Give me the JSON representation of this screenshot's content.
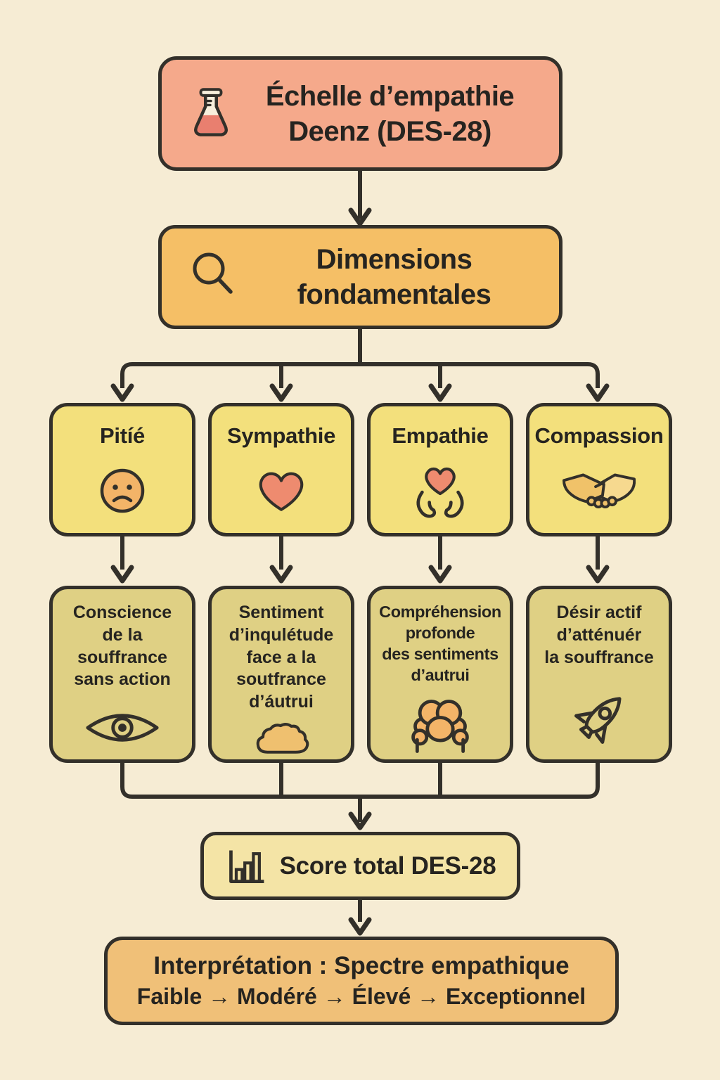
{
  "colors": {
    "background": "#F6ECD4",
    "line": "#33302A",
    "text": "#262420",
    "root_fill": "#F5A98B",
    "dimensions_fill": "#F5BF66",
    "category_fill": "#F3E07C",
    "description_fill": "#DFD084",
    "score_fill": "#F4E4A6",
    "interpretation_fill": "#F0C078",
    "heart_fill": "#EE8B6F",
    "face_fill": "#F3B468",
    "flask_liquid": "#E97F6F",
    "flask_body": "#F8EFDC",
    "hand_fill": "#F0C269",
    "hand_fill_light": "#F6D98F",
    "cloud_fill": "#EFC06F"
  },
  "diagram": {
    "root": {
      "icon": "flask-icon",
      "lines": [
        "Échelle d’empathie",
        "Deenz (DES-28)"
      ]
    },
    "dimensions": {
      "icon": "magnifier-icon",
      "lines": [
        "Dimensions",
        "fondamentales"
      ]
    },
    "branches": [
      {
        "label": "Pitíé",
        "icon": "sad-face-icon",
        "description_icon": "eye-icon",
        "description_lines": [
          "Conscience",
          "de la",
          "souffrance",
          "sans action"
        ]
      },
      {
        "label": "Sympathie",
        "icon": "heart-icon",
        "description_icon": "cloud-icon",
        "description_lines": [
          "Sentiment",
          "d’inqulétude",
          "face a la",
          "soutfrance",
          "d’áutrui"
        ]
      },
      {
        "label": "Empathie",
        "icon": "heart-in-hands-icon",
        "description_icon": "people-icon",
        "description_lines": [
          "Compréhension",
          "profonde",
          "des sentiments",
          "d’autrui"
        ]
      },
      {
        "label": "Compassion",
        "icon": "handshake-icon",
        "description_icon": "rocket-icon",
        "description_lines": [
          "Désir actif",
          "d’atténuér",
          "la souffrance"
        ]
      }
    ],
    "score": {
      "icon": "bar-chart-icon",
      "label": "Score total DES-28"
    },
    "interpretation": {
      "title": "Interprétation : Spectre empathique",
      "scale": "Faible → Modéré → Élevé → Exceptionnel"
    }
  }
}
